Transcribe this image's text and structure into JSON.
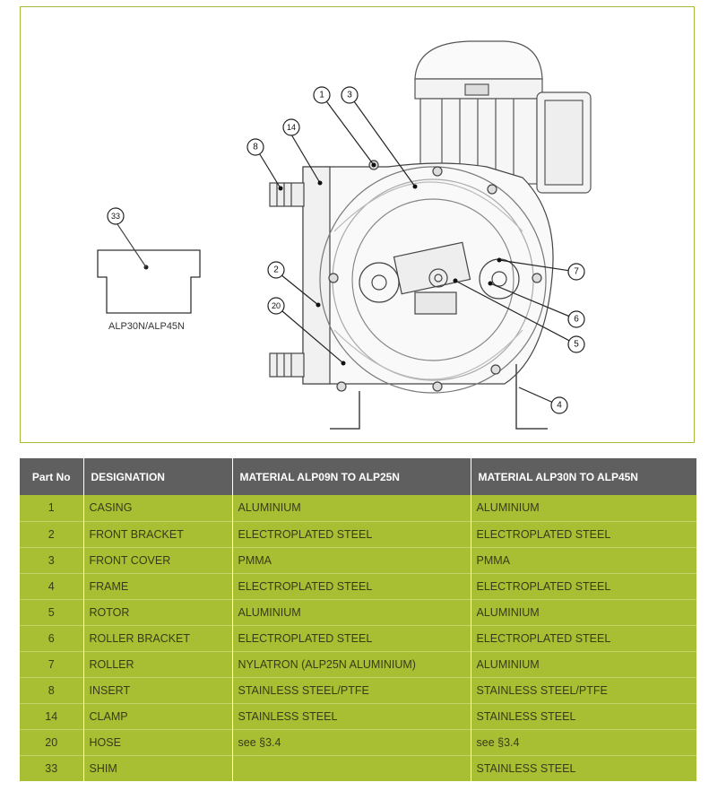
{
  "figure": {
    "callouts": [
      "1",
      "3",
      "14",
      "8",
      "33",
      "2",
      "20",
      "7",
      "6",
      "5",
      "4"
    ],
    "model_caption": "ALP30N/ALP45N"
  },
  "table": {
    "headers": [
      "Part No",
      "DESIGNATION",
      "MATERIAL ALP09N TO ALP25N",
      "MATERIAL ALP30N TO ALP45N"
    ],
    "rows": [
      [
        "1",
        "CASING",
        "ALUMINIUM",
        "ALUMINIUM"
      ],
      [
        "2",
        "FRONT BRACKET",
        "ELECTROPLATED STEEL",
        "ELECTROPLATED STEEL"
      ],
      [
        "3",
        "FRONT COVER",
        "PMMA",
        "PMMA"
      ],
      [
        "4",
        "FRAME",
        "ELECTROPLATED STEEL",
        "ELECTROPLATED STEEL"
      ],
      [
        "5",
        "ROTOR",
        "ALUMINIUM",
        "ALUMINIUM"
      ],
      [
        "6",
        "ROLLER BRACKET",
        "ELECTROPLATED STEEL",
        "ELECTROPLATED STEEL"
      ],
      [
        "7",
        "ROLLER",
        "NYLATRON (ALP25N ALUMINIUM)",
        "ALUMINIUM"
      ],
      [
        "8",
        "INSERT",
        "STAINLESS STEEL/PTFE",
        "STAINLESS STEEL/PTFE"
      ],
      [
        "14",
        "CLAMP",
        "STAINLESS STEEL",
        "STAINLESS STEEL"
      ],
      [
        "20",
        "HOSE",
        "see §3.4",
        "see §3.4"
      ],
      [
        "33",
        "SHIM",
        "",
        "STAINLESS STEEL"
      ]
    ]
  },
  "colors": {
    "header_bg": "#5f5f5f",
    "row_bg": "#a8bf34",
    "frame_border": "#a7b83a"
  }
}
